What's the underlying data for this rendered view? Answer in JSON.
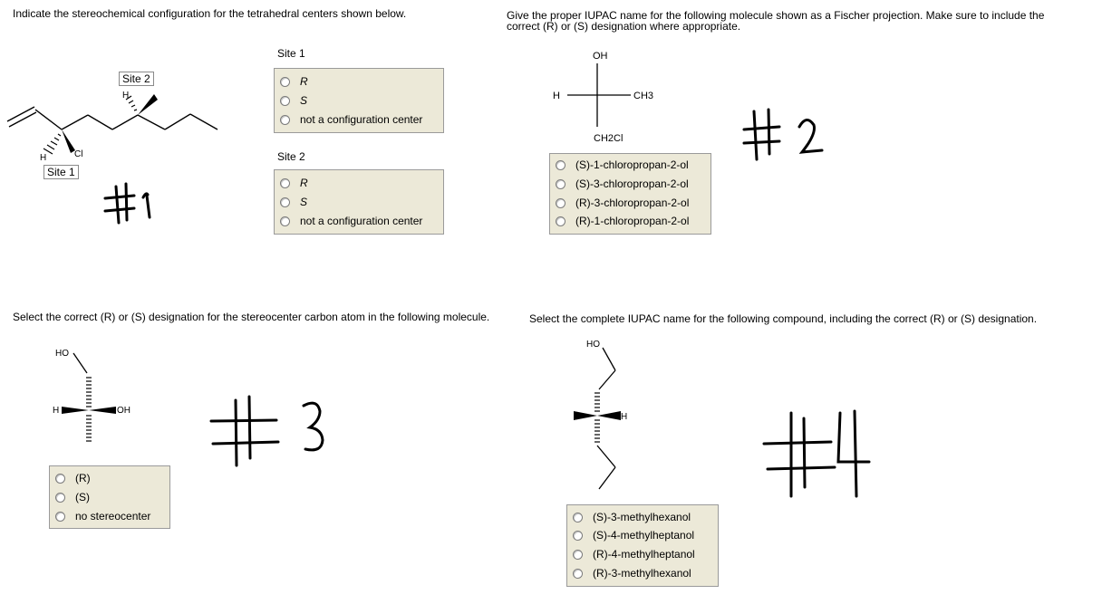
{
  "q1": {
    "prompt": "Indicate the stereochemical configuration for the tetrahedral centers shown below.",
    "site1_heading": "Site 1",
    "site1_options": [
      "R",
      "S",
      "not a configuration center"
    ],
    "site2_heading": "Site 2",
    "site2_options": [
      "R",
      "S",
      "not a configuration center"
    ],
    "mol_site1_label": "Site 1",
    "mol_site2_label": "Site 2",
    "mol_H_top": "H",
    "mol_H_bottom": "H",
    "mol_Cl": "Cl",
    "handwritten": "#1"
  },
  "q2": {
    "prompt": "Give the proper IUPAC name for the following molecule shown as a Fischer projection. Make sure to include the correct (R) or (S) designation where appropriate.",
    "fischer_top": "OH",
    "fischer_left": "H",
    "fischer_right": "CH3",
    "fischer_bottom": "CH2Cl",
    "options": [
      "(S)-1-chloropropan-2-ol",
      "(S)-3-chloropropan-2-ol",
      "(R)-3-chloropropan-2-ol",
      "(R)-1-chloropropan-2-ol"
    ],
    "handwritten": "#2"
  },
  "q3": {
    "prompt": "Select the correct (R) or (S) designation for the stereocenter carbon atom in the following molecule.",
    "mol_HO": "HO",
    "mol_H": "H",
    "mol_OH": "OH",
    "options": [
      "(R)",
      "(S)",
      "no stereocenter"
    ],
    "handwritten": "#3"
  },
  "q4": {
    "prompt": "Select the complete IUPAC name for the following compound, including the correct (R) or (S) designation.",
    "mol_HO": "HO",
    "mol_H": "H",
    "options": [
      "(S)-3-methylhexanol",
      "(S)-4-methylheptanol",
      "(R)-4-methylheptanol",
      "(R)-3-methylhexanol"
    ],
    "handwritten": "#4"
  }
}
